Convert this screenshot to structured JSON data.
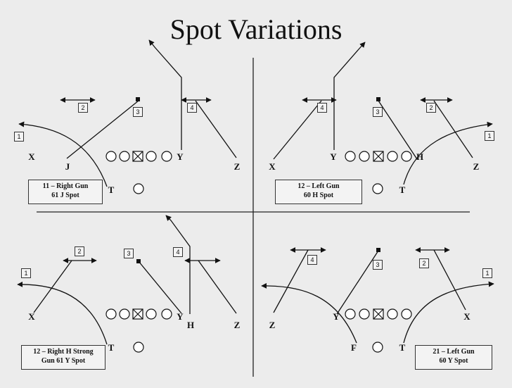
{
  "title": "Spot Variations",
  "quadrants": [
    {
      "caption": [
        "11 – Right Gun",
        "61 J Spot"
      ],
      "players": [
        "X",
        "J",
        "Y",
        "Z",
        "T"
      ],
      "route_numbers": [
        "1",
        "2",
        "3",
        "4"
      ]
    },
    {
      "caption": [
        "12 – Left Gun",
        "60 H Spot"
      ],
      "players": [
        "X",
        "Y",
        "H",
        "Z",
        "T"
      ],
      "route_numbers": [
        "1",
        "2",
        "3",
        "4"
      ]
    },
    {
      "caption": [
        "12 – Right H Strong",
        "Gun 61 Y Spot"
      ],
      "players": [
        "X",
        "Y",
        "H",
        "Z",
        "T"
      ],
      "route_numbers": [
        "1",
        "2",
        "3",
        "4"
      ]
    },
    {
      "caption": [
        "21 – Left Gun",
        "60 Y Spot"
      ],
      "players": [
        "Z",
        "Y",
        "X",
        "F",
        "T"
      ],
      "route_numbers": [
        "1",
        "2",
        "3",
        "4"
      ]
    }
  ]
}
